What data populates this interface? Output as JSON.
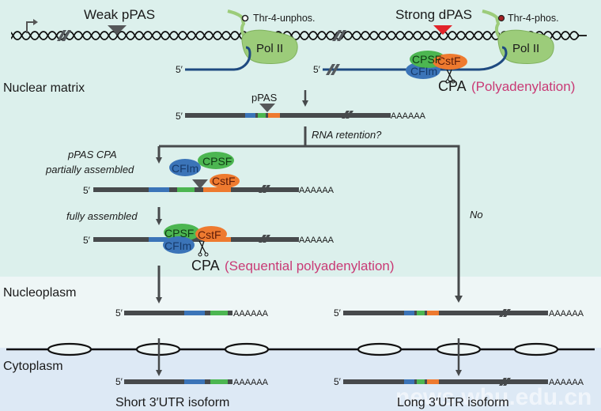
{
  "colors": {
    "nuclear_matrix_bg": "#dcf0ec",
    "nucleoplasm_bg": "#eef6f6",
    "cytoplasm_bg": "#dde9f5",
    "rna_strand": "#474a4c",
    "blue_element": "#3b74b8",
    "green_element": "#4cb651",
    "orange_element": "#ee7a2f",
    "pol2_fill": "#9ccc7a",
    "nascent_rna": "#1e4a80",
    "strong_pas": "#e2242a",
    "weak_pas": "#555759",
    "pink_text": "#c93a75",
    "cpsf": "#4cb651",
    "cstf": "#ee7a2f",
    "cfim": "#3b74b8"
  },
  "compartments": {
    "nuclear_matrix": "Nuclear matrix",
    "nucleoplasm": "Nucleoplasm",
    "cytoplasm": "Cytoplasm"
  },
  "transcription": {
    "weak_pas_label": "Weak pPAS",
    "strong_pas_label": "Strong dPAS",
    "pol2_left": {
      "label": "Pol II",
      "ctd_label": "Thr-4-unphos."
    },
    "pol2_right": {
      "label": "Pol II",
      "ctd_label": "Thr-4-phos."
    },
    "five_prime": "5′"
  },
  "factors": {
    "cpsf": "CPSF",
    "cstf": "CstF",
    "cfim": "CFIm"
  },
  "cpa_top": {
    "cpa": "CPA",
    "note": "(Polyadenylation)"
  },
  "mrna_ppas_label": "pPAS",
  "poly_a": "AAAAAA",
  "branch_question": "RNA retention?",
  "branch_no": "No",
  "step_partial": {
    "line1": "pPAS CPA",
    "line2": "partially assembled"
  },
  "step_full": "fully assembled",
  "cpa_sequential": {
    "cpa": "CPA",
    "note": "(Sequential polyadenylation)"
  },
  "isoforms": {
    "short": "Short 3′UTR isoform",
    "long": "Long 3′UTR isoform"
  },
  "watermark": "news.whu.edu.cn"
}
